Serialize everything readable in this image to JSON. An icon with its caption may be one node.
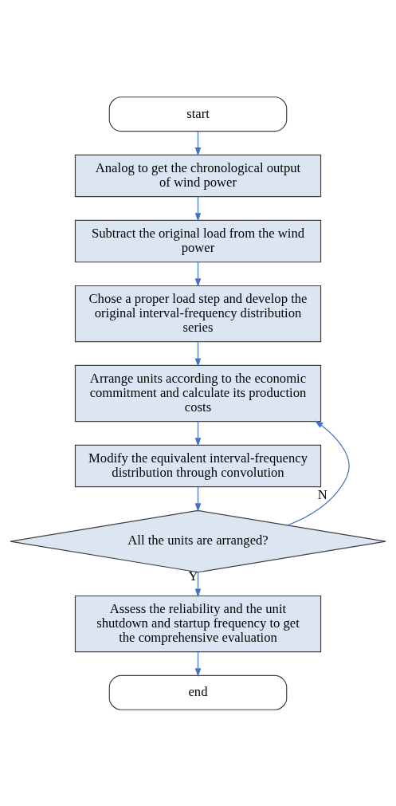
{
  "diagram": {
    "nodes": [
      {
        "text": [
          "start"
        ]
      },
      {
        "text": [
          "Analog to get the chronological output of wind power"
        ]
      },
      {
        "text": [
          "Subtract the original load from the wind power"
        ]
      },
      {
        "text": [
          "Chose a proper load step and develop the original interval-frequency distribution series"
        ]
      },
      {
        "text": [
          "Arrange units according to the economic commitment and calculate its production costs"
        ]
      },
      {
        "text": [
          "Modify the equivalent interval-frequency distribution through convolution"
        ]
      },
      {
        "text": [
          "All the units are arranged?"
        ]
      },
      {
        "text": [
          "Assess the reliability and the unit shutdown and startup frequency to get the comprehensive evaluation"
        ]
      },
      {
        "text": [
          "end"
        ]
      }
    ],
    "edges": [
      {
        "from": 0,
        "to": 1,
        "arrow": "to"
      },
      {
        "from": 1,
        "to": 2,
        "arrow": "to"
      },
      {
        "from": 2,
        "to": 3,
        "arrow": "to"
      },
      {
        "from": 3,
        "to": 4,
        "arrow": "to"
      },
      {
        "from": 4,
        "to": 5,
        "arrow": "to"
      },
      {
        "from": 5,
        "to": 6,
        "arrow": "to"
      },
      {
        "from": 6,
        "to": 4,
        "arrow": "to",
        "label": "N"
      },
      {
        "from": 6,
        "to": 7,
        "arrow": "to",
        "label": "Y"
      },
      {
        "from": 7,
        "to": 8,
        "arrow": "to"
      }
    ]
  }
}
